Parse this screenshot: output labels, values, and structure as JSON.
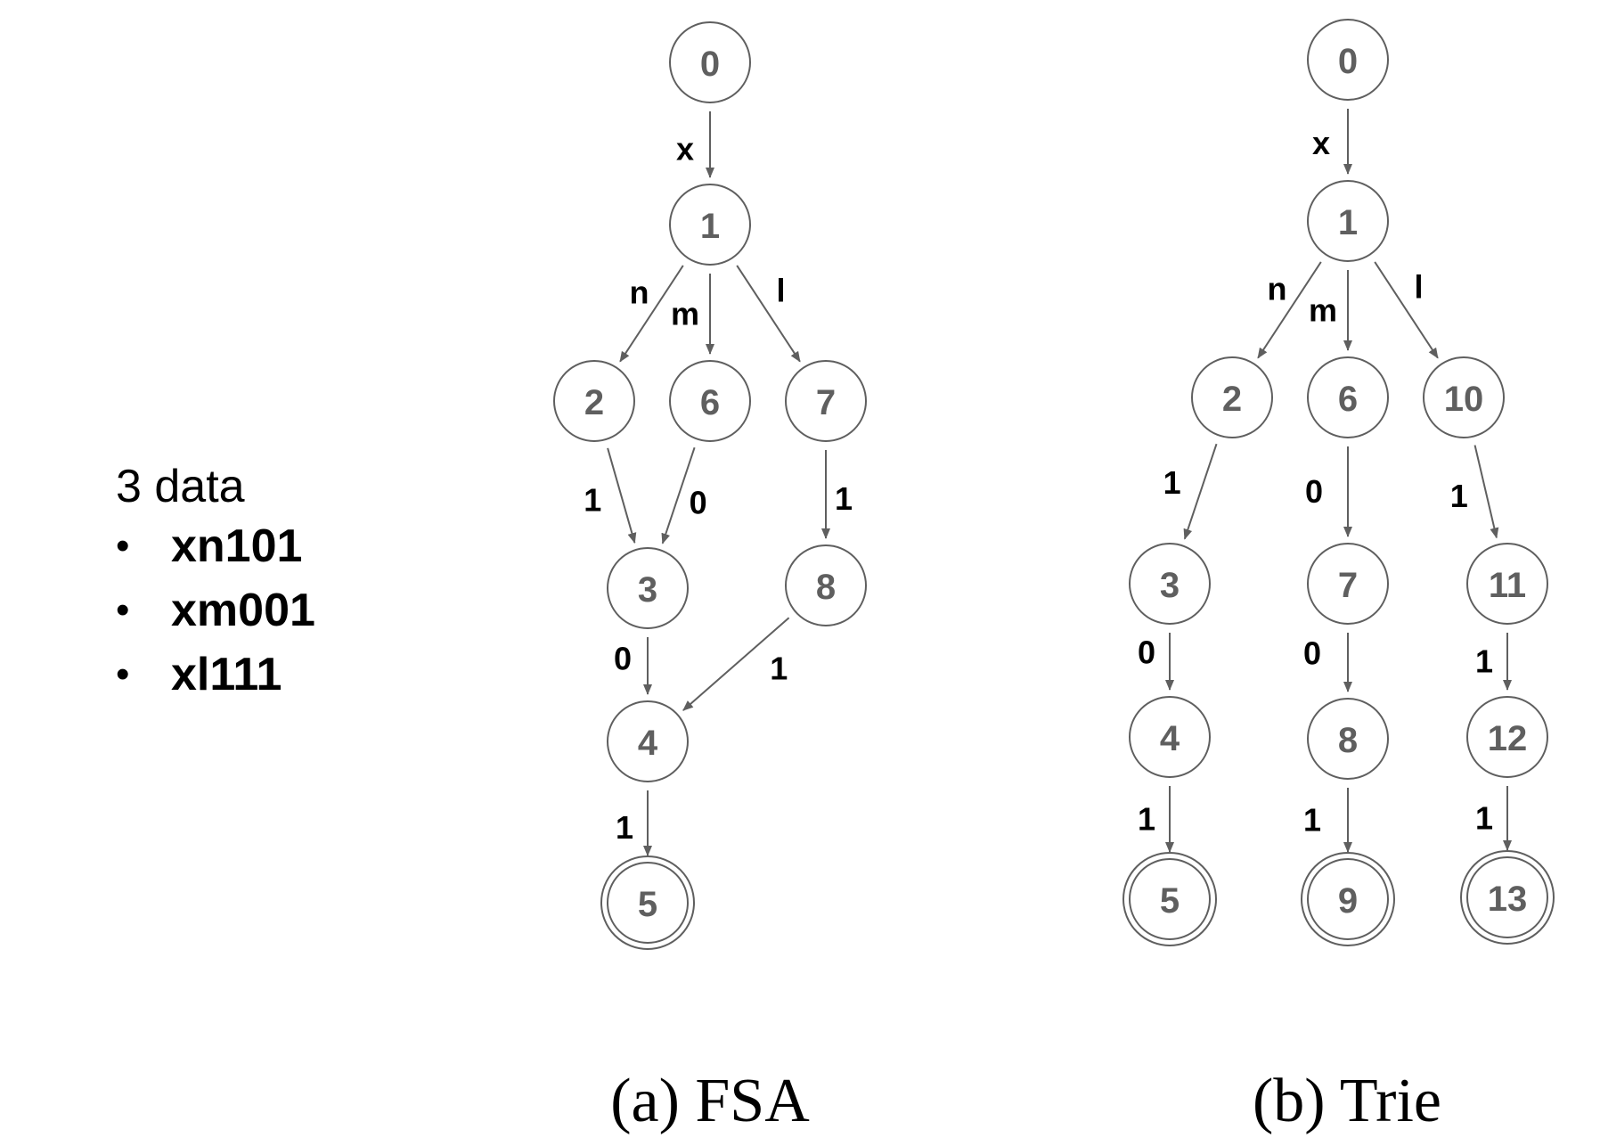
{
  "data_list": {
    "title": "3 data",
    "items": [
      "xn101",
      "xm001",
      "xl111"
    ]
  },
  "fsa": {
    "caption": "(a) FSA",
    "nodes": [
      {
        "id": "0",
        "final": false
      },
      {
        "id": "1",
        "final": false
      },
      {
        "id": "2",
        "final": false
      },
      {
        "id": "6",
        "final": false
      },
      {
        "id": "7",
        "final": false
      },
      {
        "id": "3",
        "final": false
      },
      {
        "id": "8",
        "final": false
      },
      {
        "id": "4",
        "final": false
      },
      {
        "id": "5",
        "final": true
      }
    ],
    "edges": [
      {
        "from": "0",
        "to": "1",
        "label": "x"
      },
      {
        "from": "1",
        "to": "2",
        "label": "n"
      },
      {
        "from": "1",
        "to": "6",
        "label": "m"
      },
      {
        "from": "1",
        "to": "7",
        "label": "l"
      },
      {
        "from": "2",
        "to": "3",
        "label": "1"
      },
      {
        "from": "6",
        "to": "3",
        "label": "0"
      },
      {
        "from": "7",
        "to": "8",
        "label": "1"
      },
      {
        "from": "3",
        "to": "4",
        "label": "0"
      },
      {
        "from": "8",
        "to": "4",
        "label": "1"
      },
      {
        "from": "4",
        "to": "5",
        "label": "1"
      }
    ]
  },
  "trie": {
    "caption": "(b) Trie",
    "nodes": [
      {
        "id": "0",
        "final": false
      },
      {
        "id": "1",
        "final": false
      },
      {
        "id": "2",
        "final": false
      },
      {
        "id": "6",
        "final": false
      },
      {
        "id": "10",
        "final": false
      },
      {
        "id": "3",
        "final": false
      },
      {
        "id": "7",
        "final": false
      },
      {
        "id": "11",
        "final": false
      },
      {
        "id": "4",
        "final": false
      },
      {
        "id": "8",
        "final": false
      },
      {
        "id": "12",
        "final": false
      },
      {
        "id": "5",
        "final": true
      },
      {
        "id": "9",
        "final": true
      },
      {
        "id": "13",
        "final": true
      }
    ],
    "edges": [
      {
        "from": "0",
        "to": "1",
        "label": "x"
      },
      {
        "from": "1",
        "to": "2",
        "label": "n"
      },
      {
        "from": "1",
        "to": "6",
        "label": "m"
      },
      {
        "from": "1",
        "to": "10",
        "label": "l"
      },
      {
        "from": "2",
        "to": "3",
        "label": "1"
      },
      {
        "from": "6",
        "to": "7",
        "label": "0"
      },
      {
        "from": "10",
        "to": "11",
        "label": "1"
      },
      {
        "from": "3",
        "to": "4",
        "label": "0"
      },
      {
        "from": "7",
        "to": "8",
        "label": "0"
      },
      {
        "from": "11",
        "to": "12",
        "label": "1"
      },
      {
        "from": "4",
        "to": "5",
        "label": "1"
      },
      {
        "from": "8",
        "to": "9",
        "label": "1"
      },
      {
        "from": "12",
        "to": "13",
        "label": "1"
      }
    ]
  }
}
